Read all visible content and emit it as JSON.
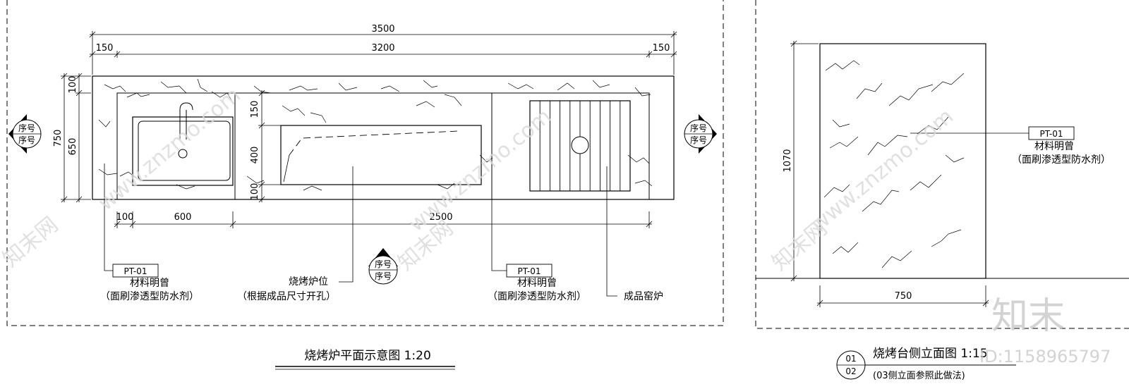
{
  "plan": {
    "dim_total": "3500",
    "dim_left": "150",
    "dim_mid": "3200",
    "dim_right": "150",
    "dim_bottom_a": "100",
    "dim_bottom_b": "600",
    "dim_bottom_c": "2500",
    "dim_left_total": "750",
    "dim_left_a": "100",
    "dim_left_b": "650",
    "dim_inner_a": "150",
    "dim_inner_b": "400",
    "dim_inner_c": "100",
    "tag_left": "PT-01",
    "label_left_1": "材料明曾",
    "label_left_2": "（面刷渗透型防水剂）",
    "label_mid_1": "烧烤炉位",
    "label_mid_2": "（根据成品尺寸开孔）",
    "tag_right": "PT-01",
    "label_right_1": "材料明曾",
    "label_right_2": "（面刷渗透型防水剂）",
    "label_kiln": "成品窑炉",
    "marker_top": "序号",
    "marker_bottom": "序号",
    "title": "烧烤炉平面示意图 1:20"
  },
  "elevation": {
    "dim_height": "1070",
    "dim_width": "750",
    "tag": "PT-01",
    "label_1": "材料明曾",
    "label_2": "（面刷渗透型防水剂）",
    "title": "烧烤台侧立面图 1:15",
    "circle_top": "01",
    "circle_bottom": "02",
    "note": "(03侧立面参照此做法)"
  },
  "watermark": {
    "text": "www.znzmo.com",
    "brand": "知末",
    "id": "ID:1158965797",
    "site": "知末网"
  },
  "colors": {
    "line": "#000000",
    "watermark": "#d0d0d0"
  }
}
